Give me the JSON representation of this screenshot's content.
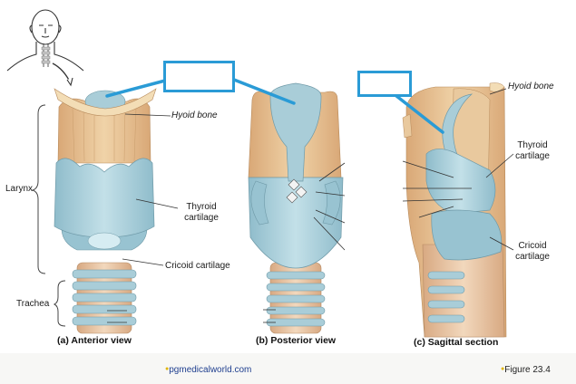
{
  "labels": {
    "hyoid_left": "Hyoid bone",
    "hyoid_right": "Hyoid bone",
    "larynx": "Larynx",
    "trachea": "Trachea",
    "thyroid_left_1": "Thyroid",
    "thyroid_left_2": "cartilage",
    "cricoid_left": "Cricoid cartilage",
    "thyroid_right_1": "Thyroid",
    "thyroid_right_2": "cartilage",
    "cricoid_right_1": "Cricoid",
    "cricoid_right_2": "cartilage"
  },
  "captions": {
    "anterior": "(a) Anterior view",
    "posterior": "(b) Posterior view",
    "sagittal": "(c) Sagittal section"
  },
  "footer": {
    "source": "pgmedicalworld.com",
    "figure": "Figure 23.4"
  },
  "colors": {
    "cartilage_blue": "#a9cdd8",
    "tan": "#e2bf90",
    "blank_border": "#2a9bd6",
    "footer_blue": "#1f3f8f",
    "bullet_yellow": "#e0b400"
  }
}
